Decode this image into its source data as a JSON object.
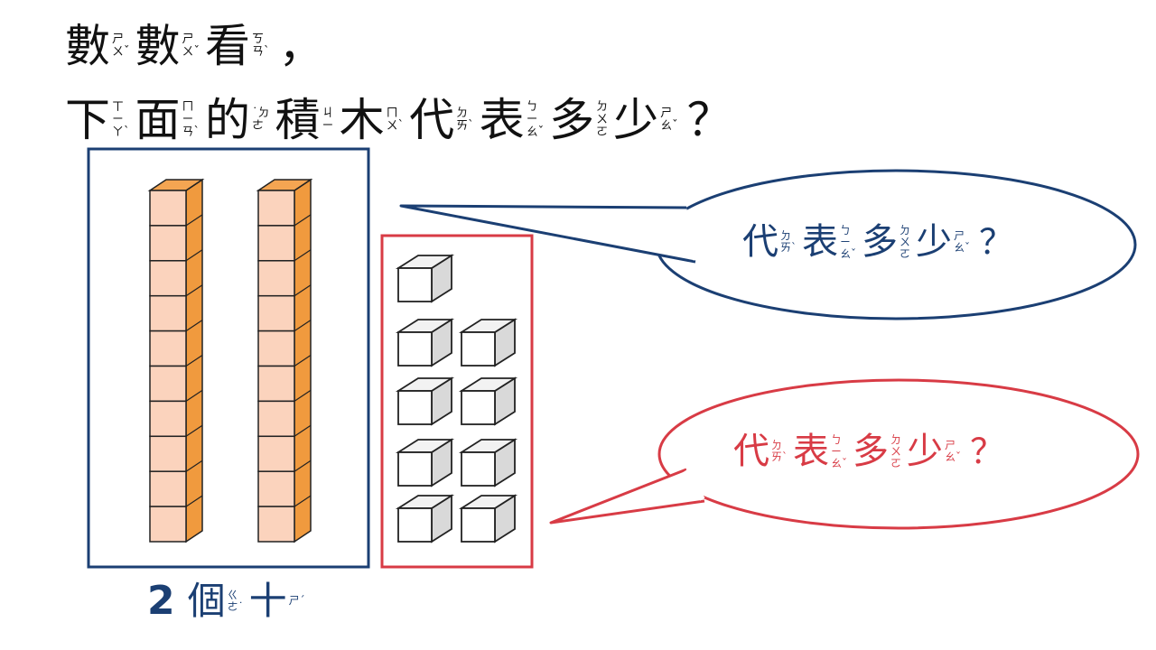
{
  "question": {
    "line1": [
      {
        "char": "數",
        "zhuyin": [
          "ㄕ",
          "ㄨˇ"
        ]
      },
      {
        "char": "數",
        "zhuyin": [
          "ㄕ",
          "ㄨˇ"
        ]
      },
      {
        "char": "看",
        "zhuyin": [
          "ㄎ",
          "ㄢˋ"
        ]
      }
    ],
    "line1_punct": "，",
    "line2": [
      {
        "char": "下",
        "zhuyin": [
          "ㄒ",
          "ㄧ",
          "ㄚˋ"
        ]
      },
      {
        "char": "面",
        "zhuyin": [
          "ㄇ",
          "ㄧ",
          "ㄢˋ"
        ]
      },
      {
        "char": "的",
        "zhuyin": [
          "˙ㄉ",
          "ㄜ"
        ]
      },
      {
        "char": "積",
        "zhuyin": [
          "ㄐ",
          "ㄧ"
        ]
      },
      {
        "char": "木",
        "zhuyin": [
          "ㄇ",
          "ㄨˋ"
        ]
      },
      {
        "char": "代",
        "zhuyin": [
          "ㄉ",
          "ㄞˋ"
        ]
      },
      {
        "char": "表",
        "zhuyin": [
          "ㄅ",
          "ㄧ",
          "ㄠˇ"
        ]
      },
      {
        "char": "多",
        "zhuyin": [
          "ㄉ",
          "ㄨ",
          "ㄛ"
        ]
      },
      {
        "char": "少",
        "zhuyin": [
          "ㄕ",
          "ㄠˇ"
        ]
      }
    ],
    "line2_punct": "？"
  },
  "bubble_blue": {
    "text": [
      {
        "char": "代",
        "zhuyin": [
          "ㄉ",
          "ㄞˋ"
        ]
      },
      {
        "char": "表",
        "zhuyin": [
          "ㄅ",
          "ㄧ",
          "ㄠˇ"
        ]
      },
      {
        "char": "多",
        "zhuyin": [
          "ㄉ",
          "ㄨ",
          "ㄛ"
        ]
      },
      {
        "char": "少",
        "zhuyin": [
          "ㄕ",
          "ㄠˇ"
        ]
      }
    ],
    "punct": "？"
  },
  "bubble_red": {
    "text": [
      {
        "char": "代",
        "zhuyin": [
          "ㄉ",
          "ㄞˋ"
        ]
      },
      {
        "char": "表",
        "zhuyin": [
          "ㄅ",
          "ㄧ",
          "ㄠˇ"
        ]
      },
      {
        "char": "多",
        "zhuyin": [
          "ㄉ",
          "ㄨ",
          "ㄛ"
        ]
      },
      {
        "char": "少",
        "zhuyin": [
          "ㄕ",
          "ㄠˇ"
        ]
      }
    ],
    "punct": "？"
  },
  "caption": {
    "number": "2",
    "chars": [
      {
        "char": "個",
        "zhuyin": [
          "ㄍ",
          "ㄜ˙"
        ]
      },
      {
        "char": "十",
        "zhuyin": [
          "ㄕˊ"
        ]
      }
    ]
  },
  "blocks": {
    "ten_rods": 2,
    "cubes_per_rod": 10,
    "unit_cubes": 9
  },
  "colors": {
    "blue": "#1b3f73",
    "red": "#d83b45",
    "rod_front": "#fbd3bd",
    "rod_side": "#f09a3e",
    "rod_top": "#f4a552",
    "cube_front": "#ffffff",
    "cube_top": "#f2f2f2",
    "cube_side": "#d9d9d9"
  }
}
